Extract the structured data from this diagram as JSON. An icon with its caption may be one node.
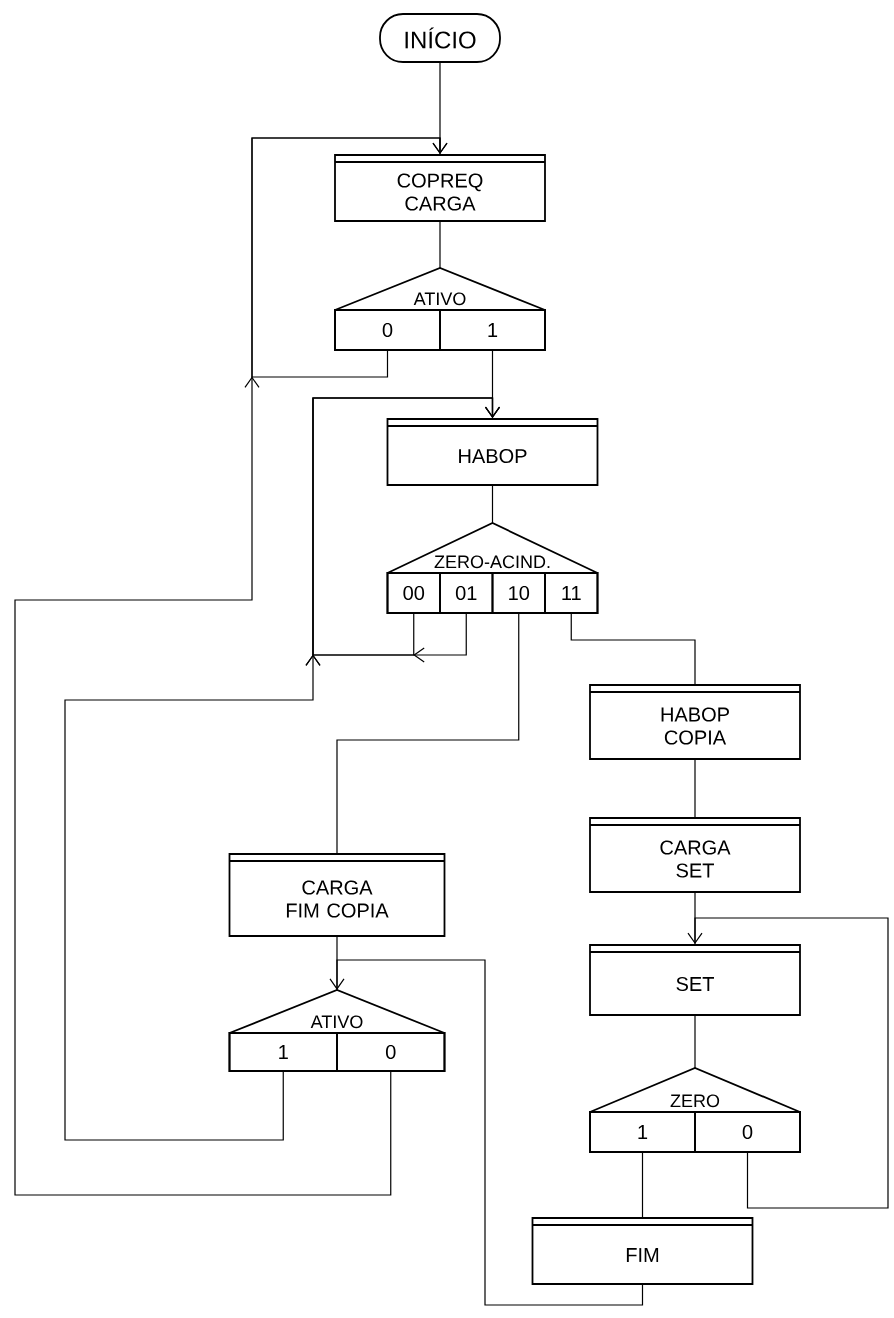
{
  "diagram": {
    "nodes": [
      {
        "text": [
          "INÍCIO"
        ]
      },
      {
        "text": [
          "COPREQ CARGA"
        ]
      },
      {
        "text": [
          "ATIVO"
        ]
      },
      {
        "text": [
          "0"
        ],
        "in": 2
      },
      {
        "text": [
          "1"
        ],
        "in": 2
      },
      {
        "text": [
          "HABOP"
        ]
      },
      {
        "text": [
          "ZERO-ACIND."
        ]
      },
      {
        "text": [
          "00"
        ],
        "in": 6
      },
      {
        "text": [
          "01"
        ],
        "in": 6
      },
      {
        "text": [
          "10"
        ],
        "in": 6
      },
      {
        "text": [
          "11"
        ],
        "in": 6
      },
      {
        "text": [
          "HABOP COPIA"
        ]
      },
      {
        "text": [
          "CARGA SET"
        ]
      },
      {
        "text": [
          "SET"
        ]
      },
      {
        "text": [
          "ZERO"
        ]
      },
      {
        "text": [
          "1"
        ],
        "in": 14
      },
      {
        "text": [
          "0"
        ],
        "in": 14
      },
      {
        "text": [
          "FIM"
        ]
      },
      {
        "text": [
          "CARGA FIM COPIA"
        ]
      },
      {
        "text": [
          "ATIVO"
        ]
      },
      {
        "text": [
          "1"
        ],
        "in": 19
      },
      {
        "text": [
          "0"
        ],
        "in": 19
      }
    ],
    "edges": [
      {
        "from": 0,
        "to": 1,
        "arrow": "none"
      },
      {
        "from": 1,
        "to": 2,
        "arrow": "none"
      },
      {
        "from": 3,
        "to": 1,
        "arrow": "to"
      },
      {
        "from": 4,
        "to": 5,
        "arrow": "none"
      },
      {
        "from": 5,
        "to": 6,
        "arrow": "none"
      },
      {
        "from": 7,
        "to": 5,
        "arrow": "to"
      },
      {
        "from": 8,
        "to": 5,
        "arrow": "to"
      },
      {
        "from": 9,
        "to": 18,
        "arrow": "none"
      },
      {
        "from": 10,
        "to": 11,
        "arrow": "none"
      },
      {
        "from": 11,
        "to": 12,
        "arrow": "none"
      },
      {
        "from": 12,
        "to": 13,
        "arrow": "none"
      },
      {
        "from": 13,
        "to": 14,
        "arrow": "none"
      },
      {
        "from": 15,
        "to": 17,
        "arrow": "none"
      },
      {
        "from": 16,
        "to": 13,
        "arrow": "to"
      },
      {
        "from": 18,
        "to": 19,
        "arrow": "none"
      },
      {
        "from": 17,
        "to": 19,
        "arrow": "to"
      },
      {
        "from": 20,
        "to": 5,
        "arrow": "to"
      },
      {
        "from": 21,
        "to": 1,
        "arrow": "to"
      }
    ]
  }
}
